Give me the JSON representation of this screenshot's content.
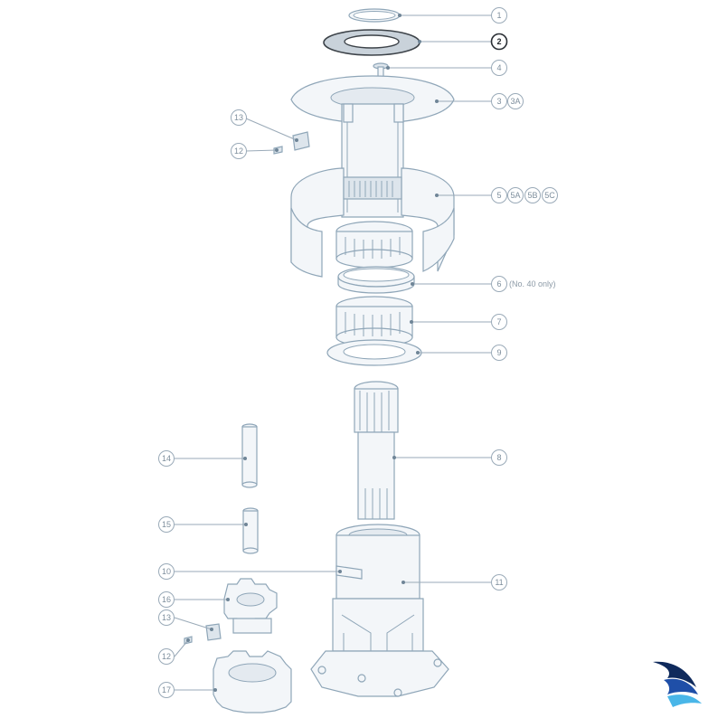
{
  "callouts": {
    "c1": "1",
    "c2": "2",
    "c4": "4",
    "c3": "3",
    "c3a": "3A",
    "c13a": "13",
    "c12a": "12",
    "c5": "5",
    "c5a": "5A",
    "c5b": "5B",
    "c5c": "5C",
    "c6": "6",
    "c6_note": "(No. 40 only)",
    "c7": "7",
    "c9": "9",
    "c8": "8",
    "c14": "14",
    "c15": "15",
    "c10": "10",
    "c11": "11",
    "c16": "16",
    "c13b": "13",
    "c12b": "12",
    "c17": "17"
  },
  "highlighted_callout": "2",
  "colors": {
    "part_fill": "#f3f6f9",
    "part_stroke": "#8fa6b8",
    "leader": "#9aaab8",
    "highlight": "#2a2f35",
    "logo_blue": "#1f4fa8",
    "logo_navy": "#0f2a5c",
    "logo_light": "#49b6e8"
  },
  "logo": "brand-logo-icon"
}
